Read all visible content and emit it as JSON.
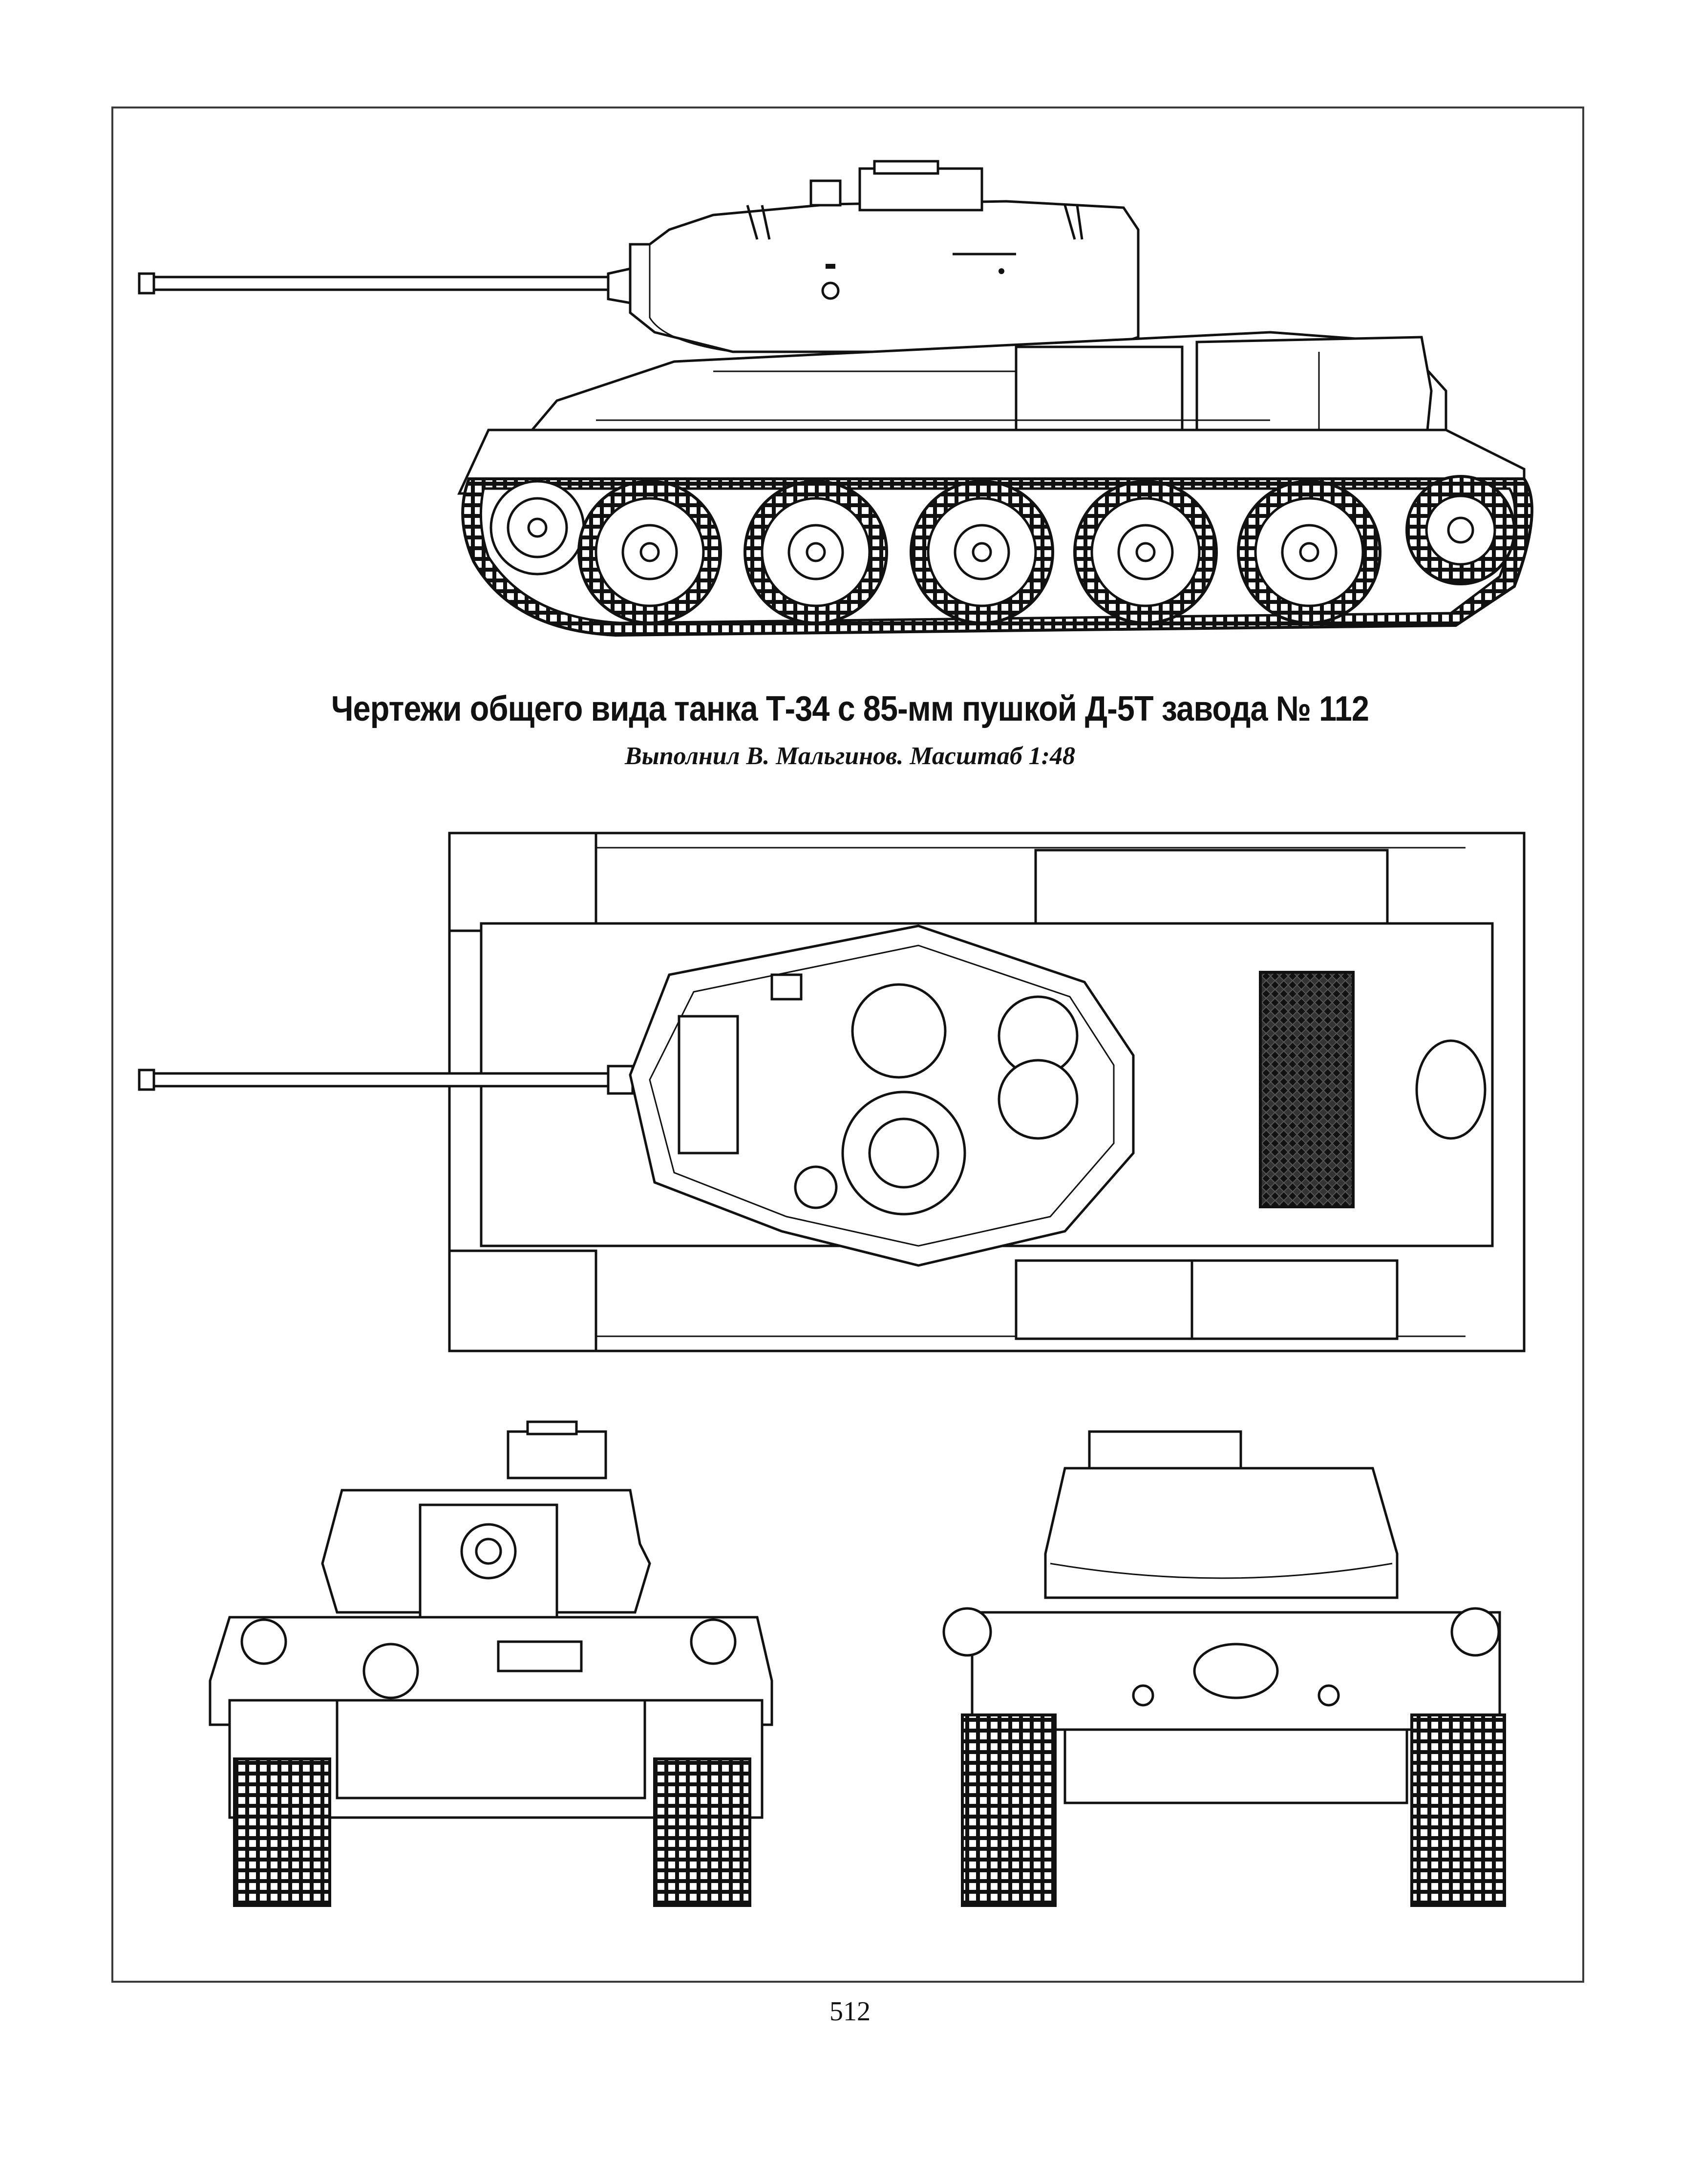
{
  "document": {
    "title": "Чертежи общего вида танка Т-34 с 85-мм пушкой Д-5Т завода № 112",
    "subtitle": "Выполнил В. Мальгинов. Масштаб 1:48",
    "page_number": "512"
  },
  "views": [
    {
      "name": "side-view"
    },
    {
      "name": "top-view"
    },
    {
      "name": "front-view"
    },
    {
      "name": "rear-view"
    }
  ]
}
